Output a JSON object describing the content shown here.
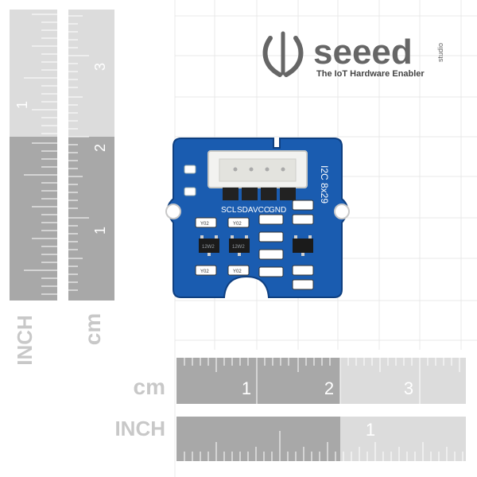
{
  "brand": {
    "name": "seeed",
    "studio": "studio",
    "tagline": "The IoT Hardware Enabler",
    "color": "#555555"
  },
  "board": {
    "label_i2c": "I2C 8x29",
    "pin_labels": [
      "SCL",
      "SDA",
      "VCC",
      "GND"
    ],
    "pcb_color": "#1a5cb0",
    "component_marks": [
      "Y02",
      "Y02",
      "12W2",
      "12W2",
      "Y02",
      "Y02"
    ]
  },
  "left_scale": {
    "inch_label": "INCH",
    "cm_label": "cm",
    "inch_numbers": [
      "1"
    ],
    "cm_numbers": [
      "1",
      "2",
      "3"
    ]
  },
  "bottom_scale": {
    "cm_label": "cm",
    "inch_label": "INCH",
    "cm_numbers": [
      "1",
      "2",
      "3"
    ],
    "inch_numbers": [
      "1"
    ]
  },
  "colors": {
    "ruler_dark": "#a0a0a0",
    "ruler_light": "#d9d9d9",
    "grid": "#e6e6e6"
  }
}
